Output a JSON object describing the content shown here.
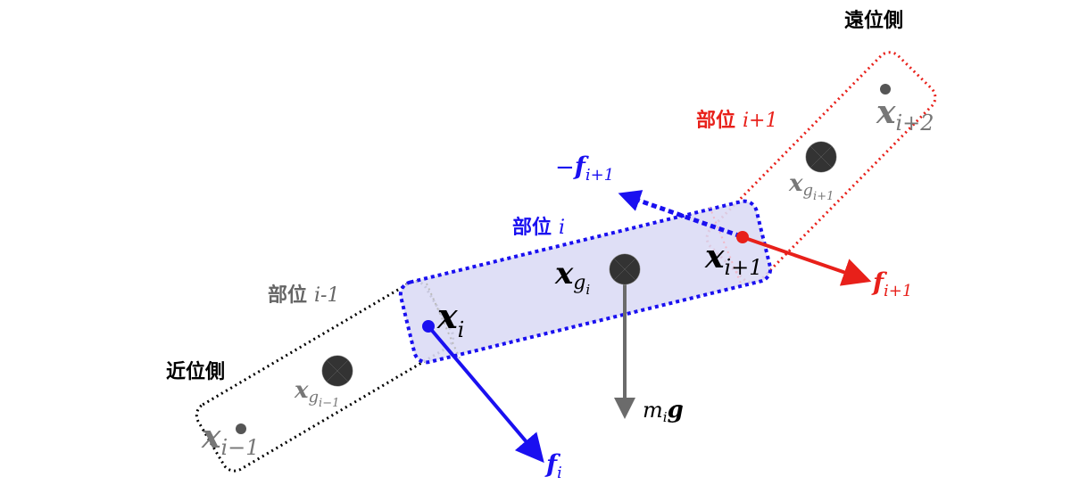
{
  "labels": {
    "distal": "遠位側",
    "proximal": "近位側",
    "segment_next": {
      "kanji": "部位",
      "idx": "i+1"
    },
    "segment_curr": {
      "kanji": "部位",
      "idx": "i"
    },
    "segment_prev": {
      "kanji": "部位",
      "idx": "i-1"
    }
  },
  "math": {
    "x_i": {
      "base": "x",
      "sub": "i"
    },
    "x_i1": {
      "base": "x",
      "sub": "i+1"
    },
    "x_i2": {
      "base": "x",
      "sub": "i+2"
    },
    "x_im1": {
      "base": "x",
      "sub": "i−1"
    },
    "xg_i": {
      "base": "x",
      "sub": "g",
      "subsub": "i"
    },
    "xg_i1": {
      "base": "x",
      "sub": "g",
      "subsub": "i+1"
    },
    "xg_im1": {
      "base": "x",
      "sub": "g",
      "subsub": "i−1"
    },
    "f_i": {
      "base": "f",
      "sub": "i"
    },
    "f_i1": {
      "base": "f",
      "sub": "i+1"
    },
    "neg_f_i1": {
      "sign": "−",
      "base": "f",
      "sub": "i+1"
    },
    "gravity": {
      "m": "m",
      "sub": "i",
      "g": "g"
    }
  },
  "colors": {
    "blue": "#1a10f0",
    "red": "#e8201a",
    "gray": "#6b6b6b",
    "segment_fill": "#dcdcf5"
  }
}
